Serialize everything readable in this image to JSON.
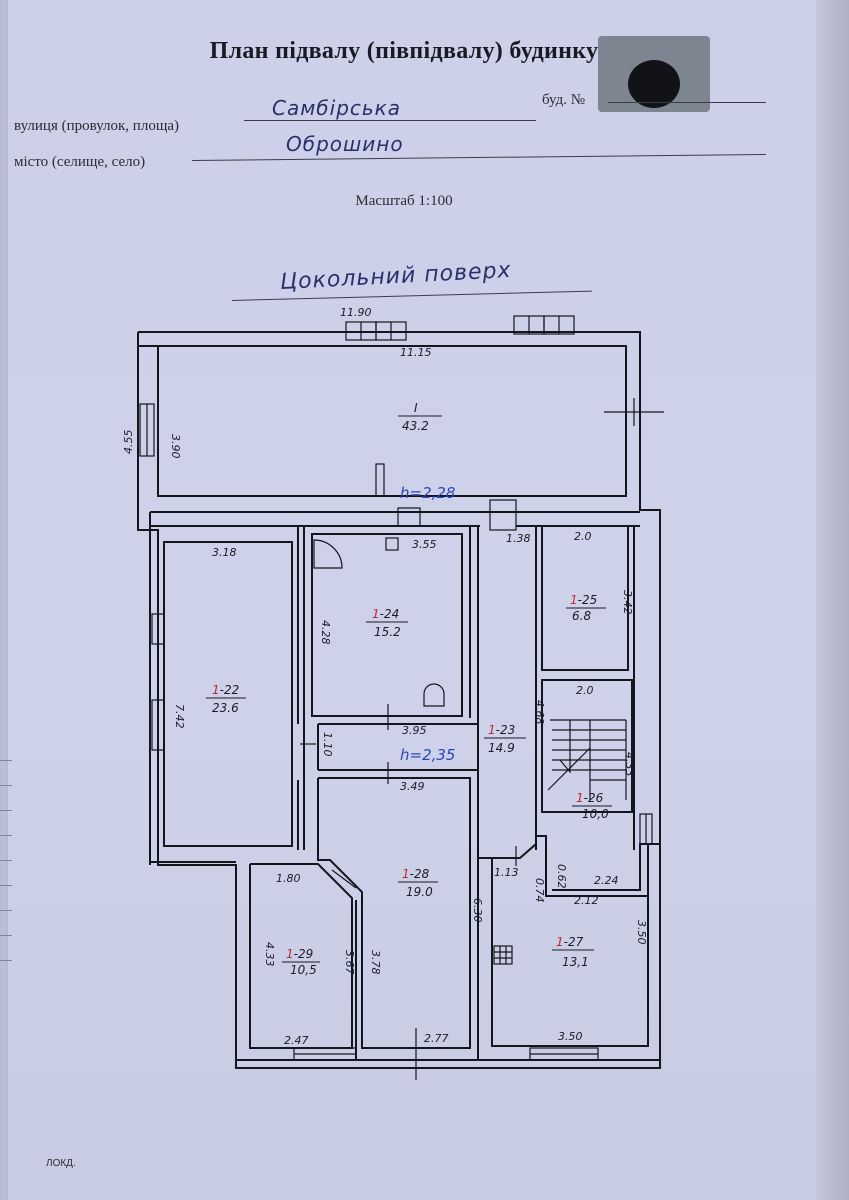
{
  "header": {
    "title": "План підвалу (півпідвалу) будинку",
    "street_label": "вулиця (провулок, площа)",
    "street_value": "Самбірська",
    "building_label": "буд. №",
    "city_label": "місто (селище, село)",
    "city_value": "Оброшино",
    "scale": "Масштаб 1:100"
  },
  "floor_title": "Цокольний поверх",
  "heights": {
    "h1": "h=2,28",
    "h2": "h=2,35"
  },
  "dimensions": {
    "outer_width": "11.90",
    "inner_width": "11.15",
    "outer_left": "4.55",
    "inner_left": "3.90",
    "d318": "3.18",
    "d355": "3.55",
    "d138": "1.38",
    "d20a": "2.0",
    "d342": "3.42",
    "d428": "4.28",
    "d742": "7.42",
    "d395": "3.95",
    "d110": "1.10",
    "d468": "4.68",
    "d20b": "2.0",
    "d433b": "4.33",
    "d349": "3.49",
    "d180": "1.80",
    "d433": "4.33",
    "d367": "3.67",
    "d378": "3.78",
    "d630": "6.30",
    "d113": "1.13",
    "d074": "0.74",
    "d062": "0.62",
    "d224": "2.24",
    "d212": "2.12",
    "d350v": "3.50",
    "d247": "2.47",
    "d277": "2.77",
    "d350h": "3.50"
  },
  "rooms": [
    {
      "num": "I",
      "area": "43.2"
    },
    {
      "prefix": "1",
      "num": "-22",
      "area": "23.6"
    },
    {
      "prefix": "1",
      "num": "-24",
      "area": "15.2"
    },
    {
      "prefix": "1",
      "num": "-25",
      "area": "6.8"
    },
    {
      "prefix": "1",
      "num": "-23",
      "area": "14.9"
    },
    {
      "prefix": "1",
      "num": "-26",
      "area": "10,0"
    },
    {
      "prefix": "1",
      "num": "-28",
      "area": "19.0"
    },
    {
      "prefix": "1",
      "num": "-29",
      "area": "10,5"
    },
    {
      "prefix": "1",
      "num": "-27",
      "area": "13,1"
    }
  ],
  "footer": "ЛОКД."
}
